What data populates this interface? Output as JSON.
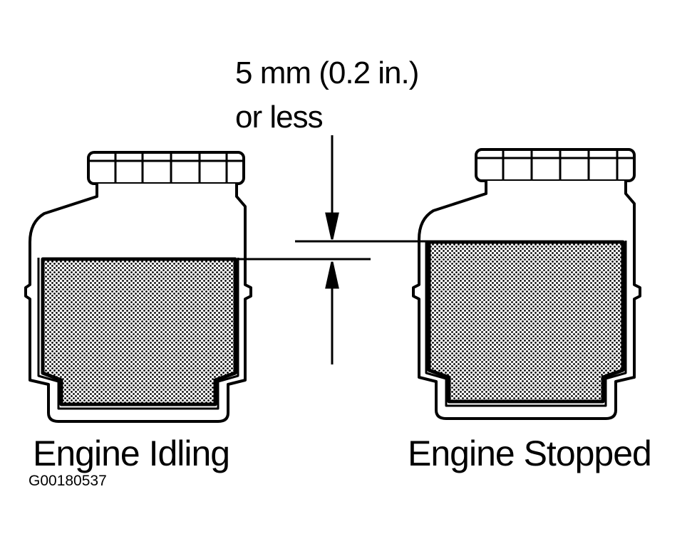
{
  "measurement": {
    "line1": "5 mm (0.2 in.)",
    "line2": "or less"
  },
  "reservoirs": [
    {
      "label": "Engine Idling",
      "state": "idling"
    },
    {
      "label": "Engine Stopped",
      "state": "stopped"
    }
  ],
  "figure_id": "G00180537",
  "colors": {
    "ink": "#000000",
    "paper": "#ffffff"
  }
}
